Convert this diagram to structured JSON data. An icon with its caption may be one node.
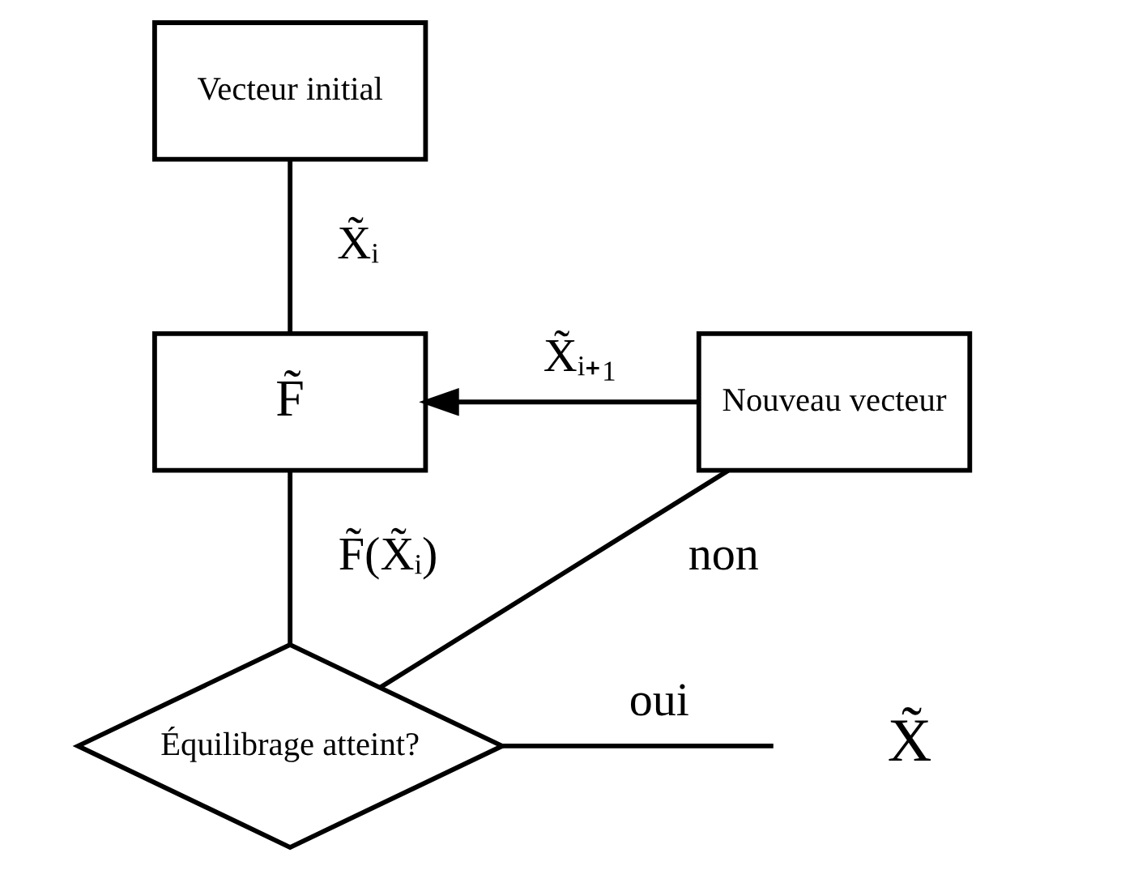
{
  "diagram": {
    "nodes": [
      {
        "text": [
          "Vecteur initial"
        ]
      },
      {
        "text": [
          "F̃"
        ]
      },
      {
        "text": [
          "Nouveau vecteur"
        ]
      },
      {
        "text": [
          "Équilibrage atteint?"
        ]
      },
      {
        "text": [
          "X̃"
        ]
      }
    ],
    "edges": [
      {
        "from": 0,
        "to": 1,
        "arrow": "none",
        "label": "X̃ᵢ"
      },
      {
        "from": 2,
        "to": 1,
        "arrow": "to",
        "label": "X̃ᵢ₊₁"
      },
      {
        "from": 1,
        "to": 3,
        "arrow": "none",
        "label": "F̃(X̃ᵢ)"
      },
      {
        "from": 3,
        "to": 2,
        "arrow": "none",
        "label": "non"
      },
      {
        "from": 3,
        "to": 4,
        "arrow": "none",
        "label": "oui"
      }
    ]
  }
}
